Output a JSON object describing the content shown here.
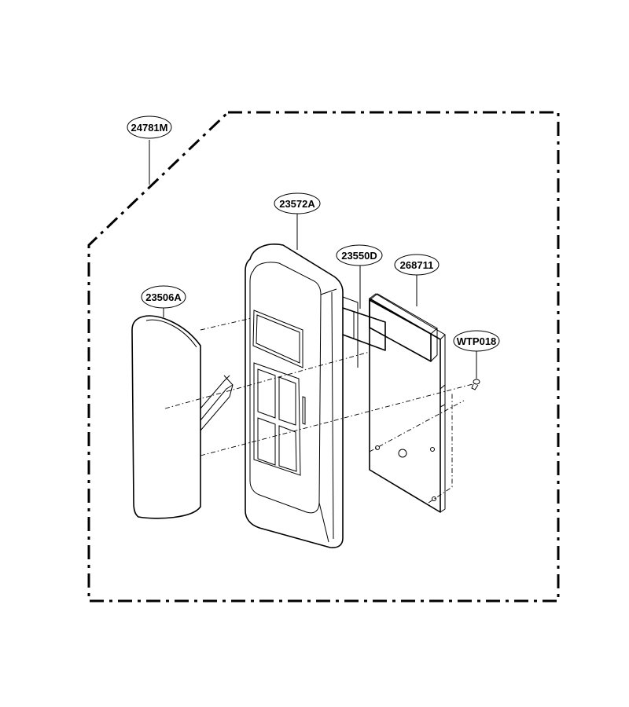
{
  "diagram": {
    "parts": [
      {
        "id": "boundary",
        "label": "24781M"
      },
      {
        "id": "control-panel-housing",
        "label": "23572A"
      },
      {
        "id": "membrane-switch",
        "label": "23506A"
      },
      {
        "id": "ribbon-cable",
        "label": "23550D"
      },
      {
        "id": "circuit-board",
        "label": "268711"
      },
      {
        "id": "screw",
        "label": "WTP018"
      }
    ]
  },
  "colors": {
    "line": "#000000",
    "background": "#ffffff"
  }
}
